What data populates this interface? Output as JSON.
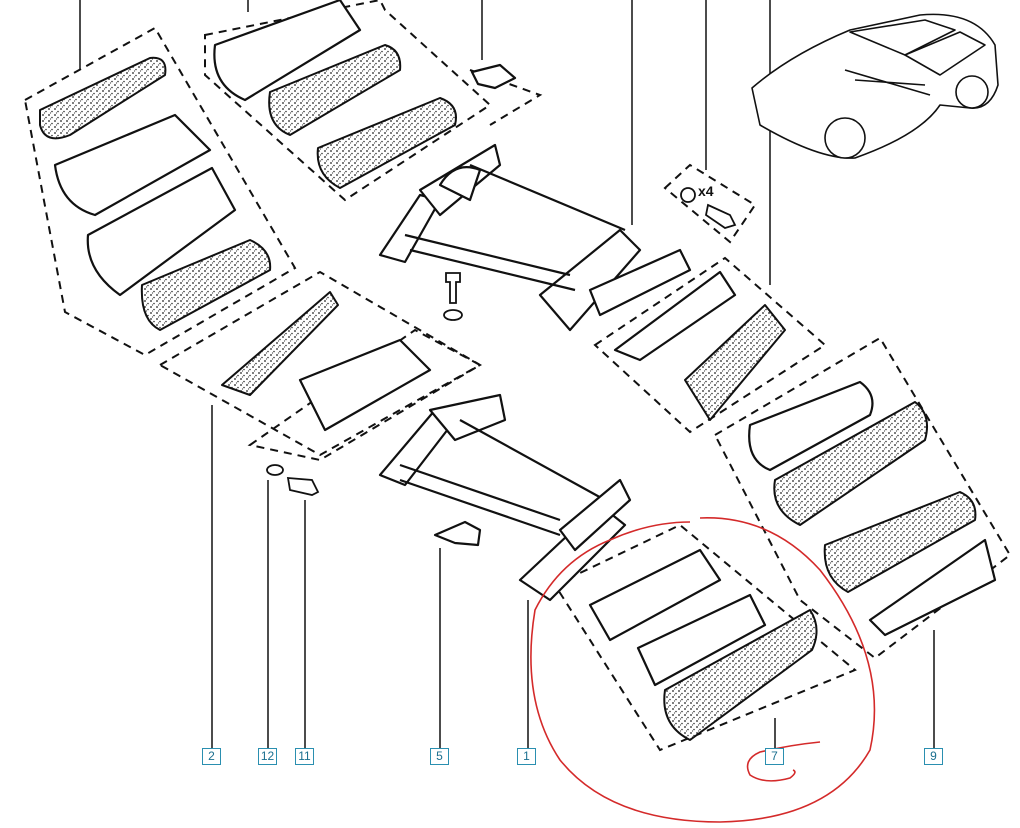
{
  "diagram": {
    "reference_labels": [
      {
        "id": "ref-2",
        "text": "2"
      },
      {
        "id": "ref-12",
        "text": "12"
      },
      {
        "id": "ref-11",
        "text": "11"
      },
      {
        "id": "ref-5",
        "text": "5"
      },
      {
        "id": "ref-1",
        "text": "1"
      },
      {
        "id": "ref-7",
        "text": "7"
      },
      {
        "id": "ref-9",
        "text": "9"
      }
    ],
    "quantity_note": "x4",
    "colors": {
      "line": "#111111",
      "label_border": "#2a8fb0",
      "label_text": "#1a6f8f",
      "annotation": "#d42a2a"
    }
  }
}
